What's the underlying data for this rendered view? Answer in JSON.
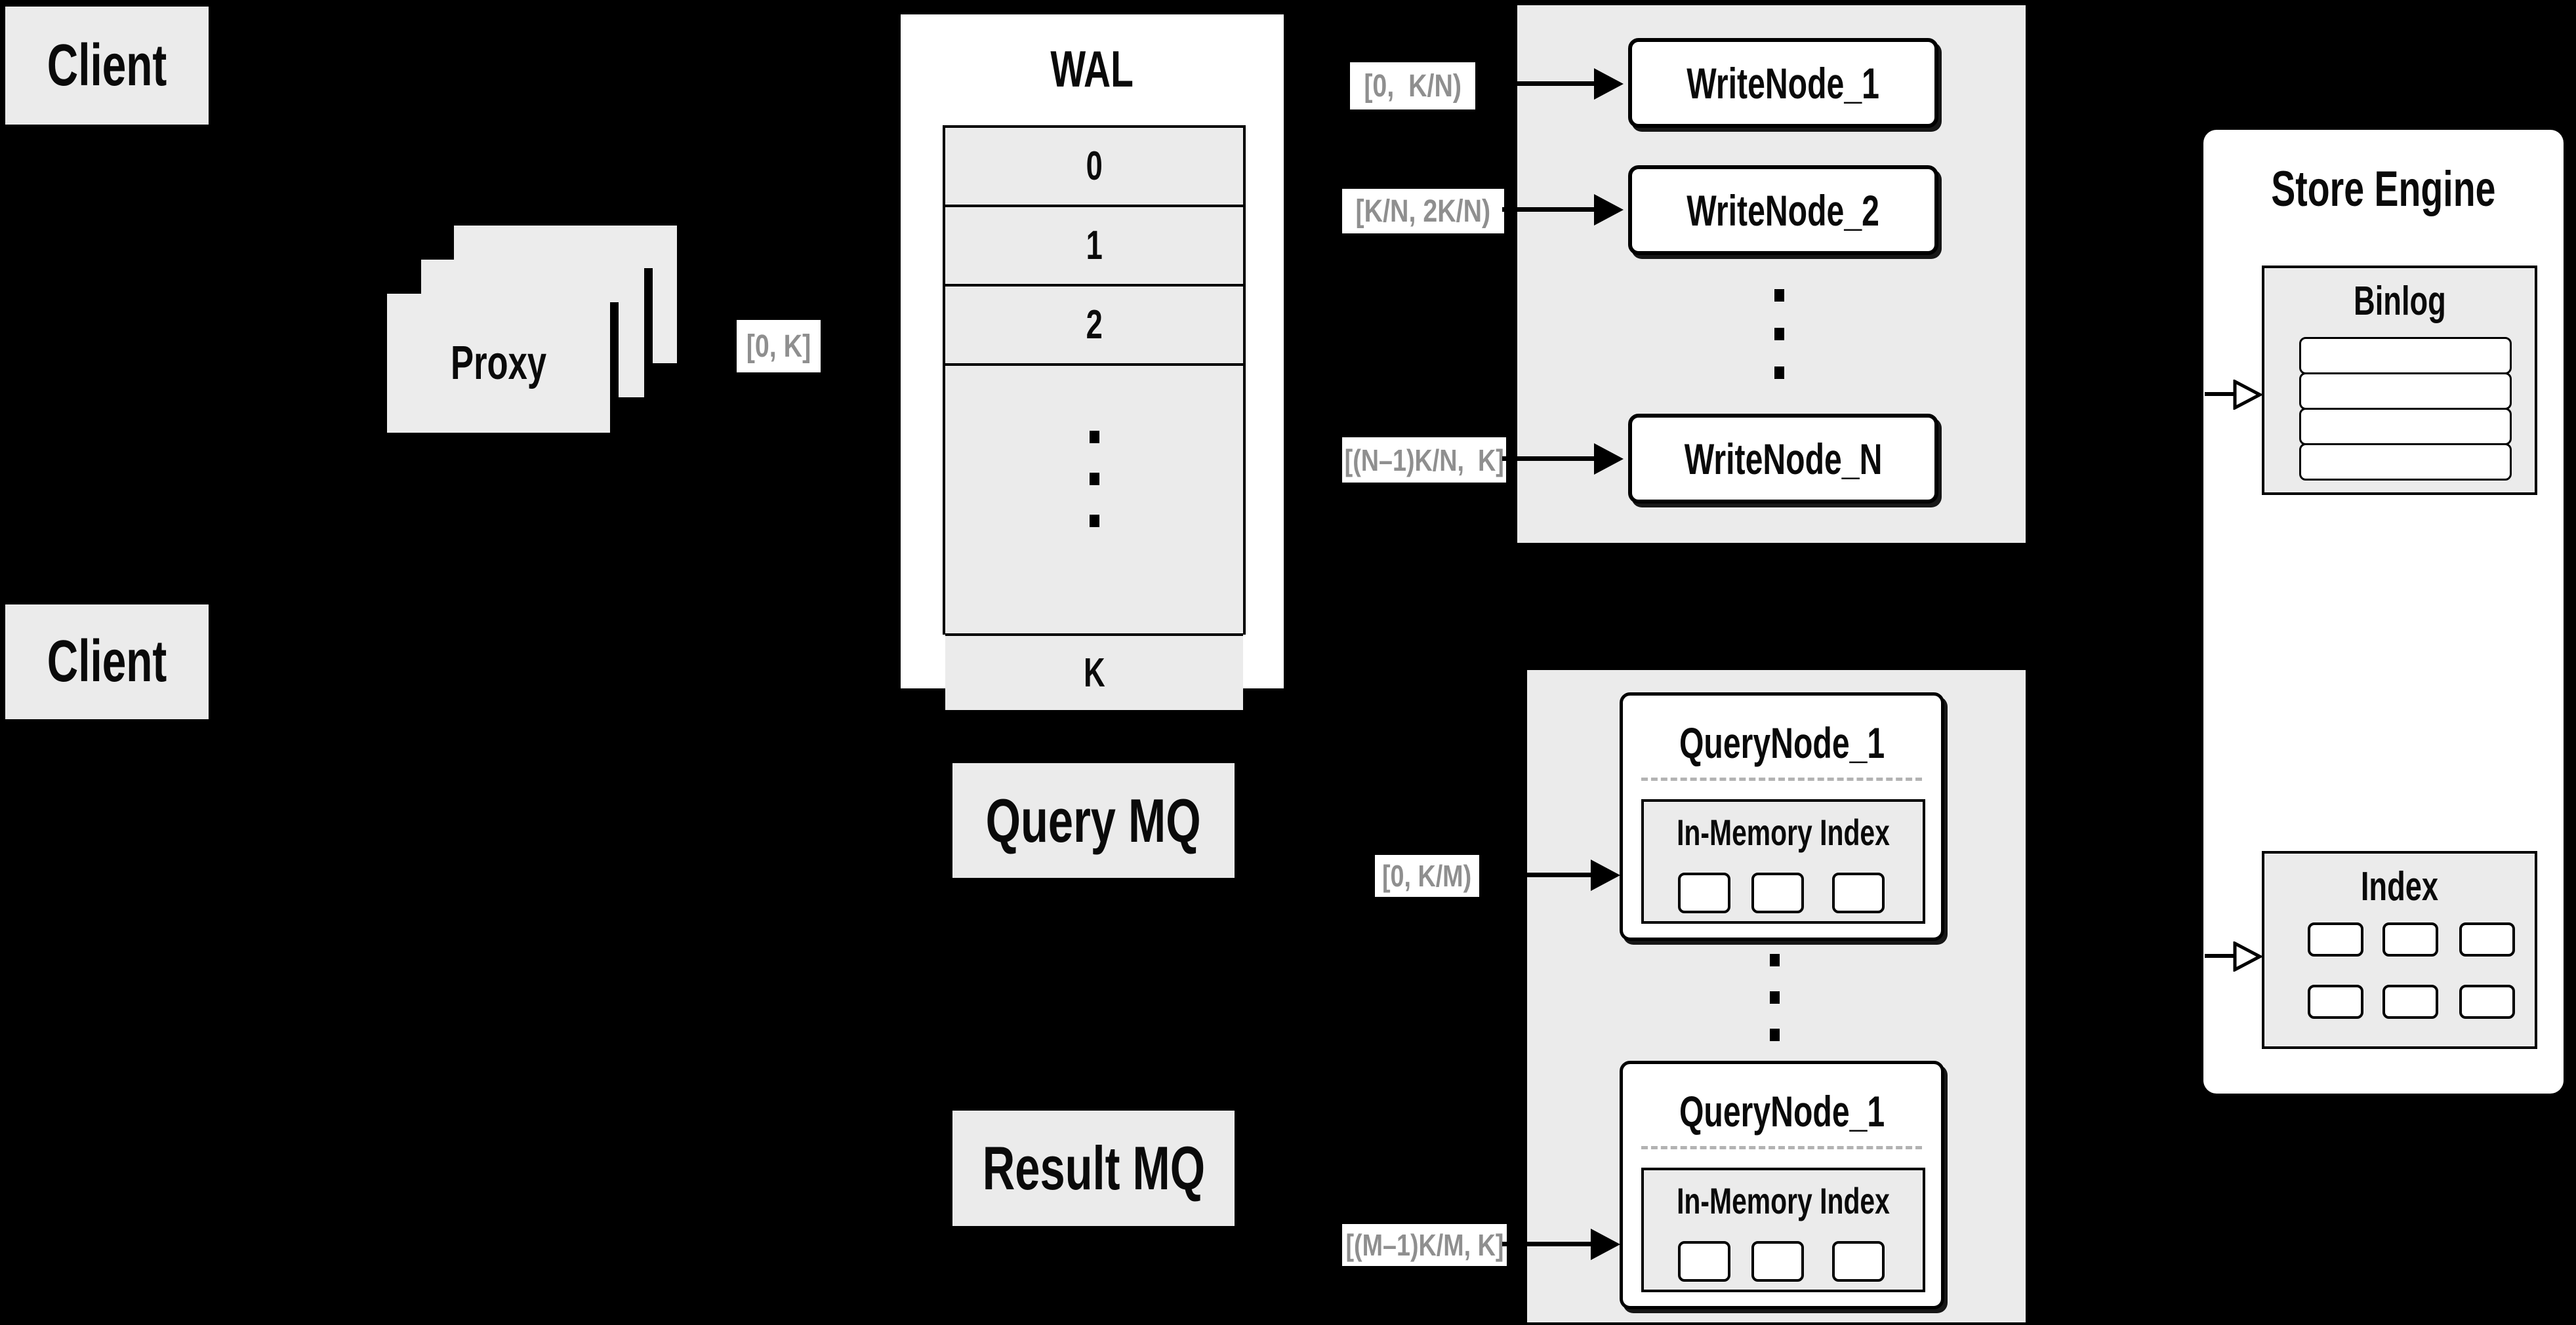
{
  "diagram": {
    "clients": {
      "top": "Client",
      "bottom": "Client"
    },
    "proxy": {
      "label": "Proxy"
    },
    "wal": {
      "title": "WAL",
      "rows": [
        "0",
        "1",
        "2"
      ],
      "last_row": "K"
    },
    "flow_labels": {
      "proxy_out": "[0, K]",
      "wal_to_write_1": "[0,  K/N)",
      "wal_to_write_2": "[K/N, 2K/N)",
      "wal_to_write_n": "[(N–1)K/N,  K]",
      "mq_to_query_1": "[0, K/M)",
      "mq_to_query_m": "[(M–1)K/M, K]"
    },
    "write_nodes": {
      "node_1": "WriteNode_1",
      "node_2": "WriteNode_2",
      "node_n": "WriteNode_N"
    },
    "query_nodes": {
      "node_1": {
        "title": "QueryNode_1",
        "inner_title": "In-Memory Index"
      },
      "node_2": {
        "title": "QueryNode_1",
        "inner_title": "In-Memory Index"
      }
    },
    "mq": {
      "query": "Query MQ",
      "result": "Result MQ"
    },
    "store_engine": {
      "title": "Store Engine",
      "binlog_title": "Binlog",
      "index_title": "Index"
    },
    "colors": {
      "background": "#000000",
      "panel_fill": "#ebebeb",
      "box_fill": "#ffffff",
      "stroke": "#000000",
      "label_text": "#8f8f8f"
    }
  }
}
